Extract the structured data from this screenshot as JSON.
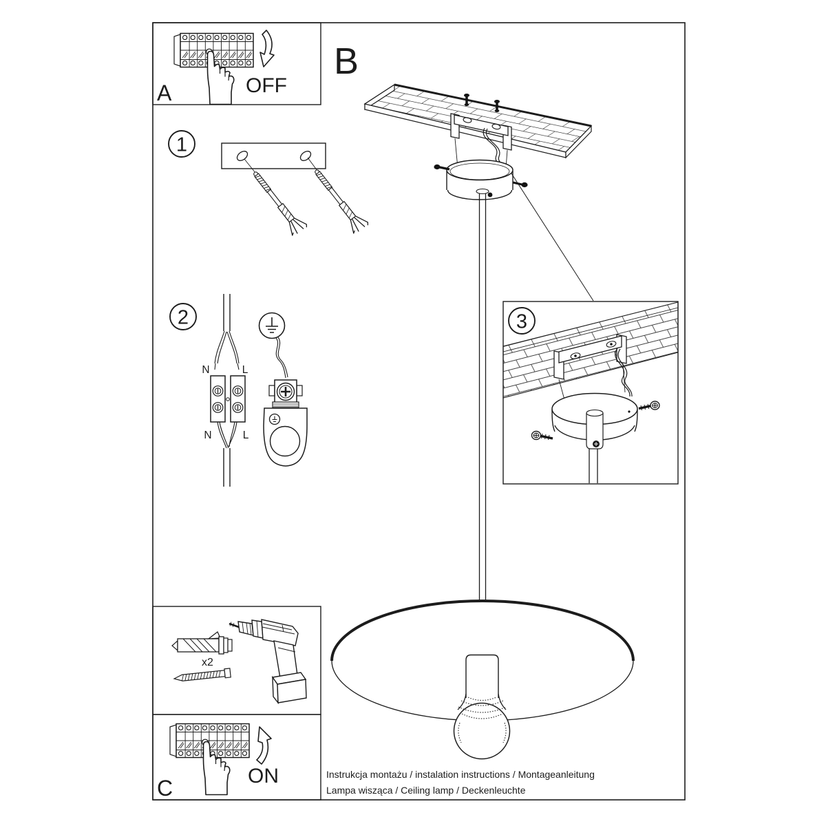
{
  "document": {
    "background": "#ffffff",
    "ink": "#1c1c1c"
  },
  "panel_a": {
    "label": "A",
    "action_label": "OFF"
  },
  "assembly": {
    "label": "B"
  },
  "step_1": {
    "number": "1"
  },
  "step_2": {
    "number": "2",
    "wire_labels": {
      "top_left": "N",
      "top_right": "L",
      "bottom_left": "N",
      "bottom_right": "L"
    }
  },
  "step_3": {
    "number": "3"
  },
  "tools": {
    "anchor_count_label": "x2"
  },
  "panel_c": {
    "label": "C",
    "action_label": "ON"
  },
  "footer": {
    "line1": "Instrukcja montażu / instalation instructions / Montageanleitung",
    "line2": "Lampa wisząca / Ceiling lamp  / Deckenleuchte"
  },
  "icons": {
    "breaker_panel": "circuit-breaker-row",
    "pressing_hand": "hand-pressing-switch",
    "arrow_off": "curved-arrow-down",
    "arrow_on": "curved-arrow-up",
    "wall_anchor": "expansion-plug",
    "screw": "mounting-screw",
    "drill": "power-drill",
    "ground_symbol": "earth-ground",
    "terminal_block": "two-pole-terminal-block",
    "ceiling_plank": "mounting-plank",
    "canopy": "ceiling-canopy",
    "lamp": "flat-disc-pendant-with-bulb"
  }
}
